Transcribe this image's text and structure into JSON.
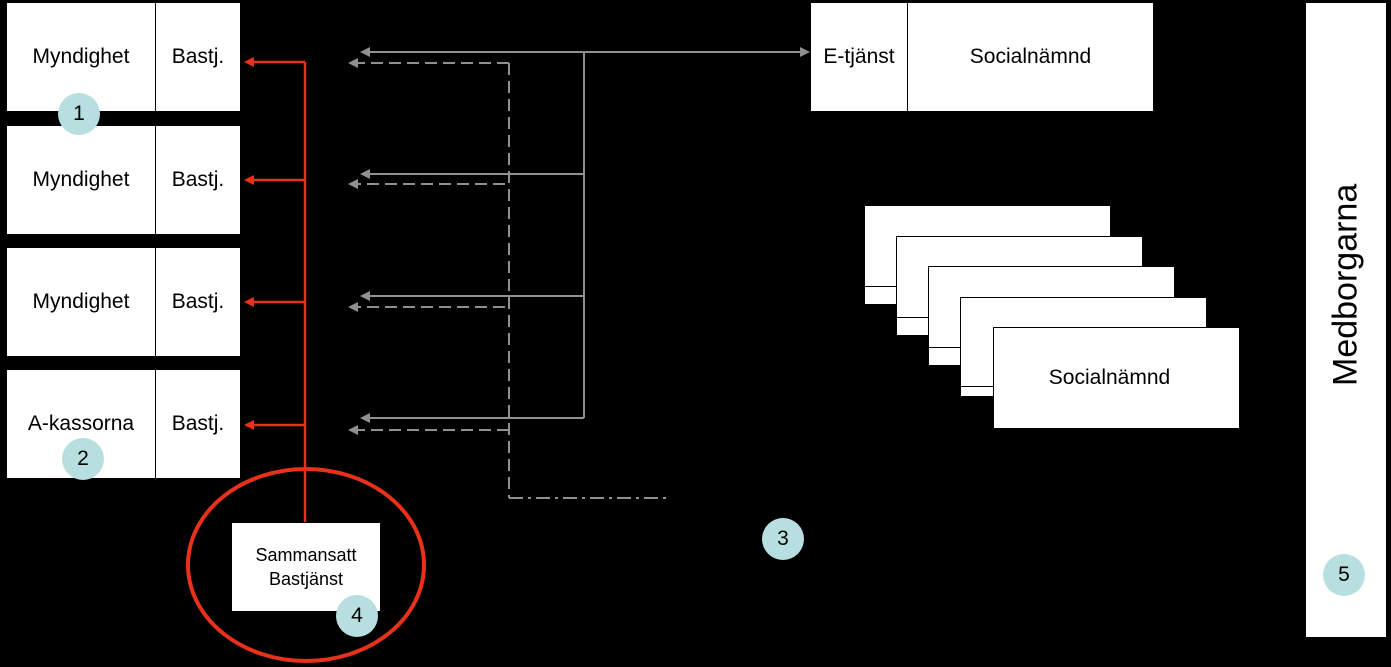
{
  "authorities": [
    {
      "name": "Myndighet",
      "service": "Bastj."
    },
    {
      "name": "Myndighet",
      "service": "Bastj."
    },
    {
      "name": "Myndighet",
      "service": "Bastj."
    },
    {
      "name": "A-kassorna",
      "service": "Bastj."
    }
  ],
  "composite_service": {
    "line1": "Sammansatt",
    "line2": "Bastjänst"
  },
  "etjanst": {
    "service": "E-tjänst",
    "name": "Socialnämnd"
  },
  "stack_label": "Socialnämnd",
  "citizens": "Medborgarna",
  "badges": [
    "1",
    "2",
    "3",
    "4",
    "5"
  ],
  "colors": {
    "highlight": "#e8311a",
    "connector": "#909090",
    "badge": "#b8dfe0"
  }
}
